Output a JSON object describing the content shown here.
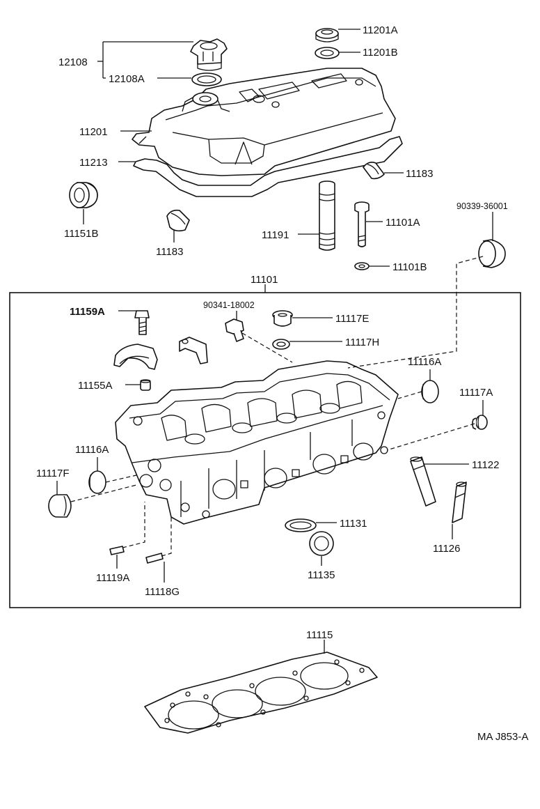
{
  "diagram": {
    "labels": {
      "p12108": "12108",
      "p12108A": "12108A",
      "p11201A": "11201A",
      "p11201B": "11201B",
      "p11201": "11201",
      "p11213": "11213",
      "p11183_right": "11183",
      "p11151B": "11151B",
      "p11183_left": "11183",
      "p11191": "11191",
      "p11101A": "11101A",
      "p90339": "90339-36001",
      "p11101B": "11101B",
      "p11101": "11101",
      "p11159A": "11159A",
      "p90341": "90341-18002",
      "p11117E": "11117E",
      "p11117H": "11117H",
      "p11116A_right": "11116A",
      "p11155A": "11155A",
      "p11117A": "11117A",
      "p11116A_left": "11116A",
      "p11117F": "11117F",
      "p11122": "11122",
      "p11131": "11131",
      "p11126": "11126",
      "p11135": "11135",
      "p11119A": "11119A",
      "p11118G": "11118G",
      "p11115": "11115"
    },
    "catalog_code": "MA J853-A"
  }
}
